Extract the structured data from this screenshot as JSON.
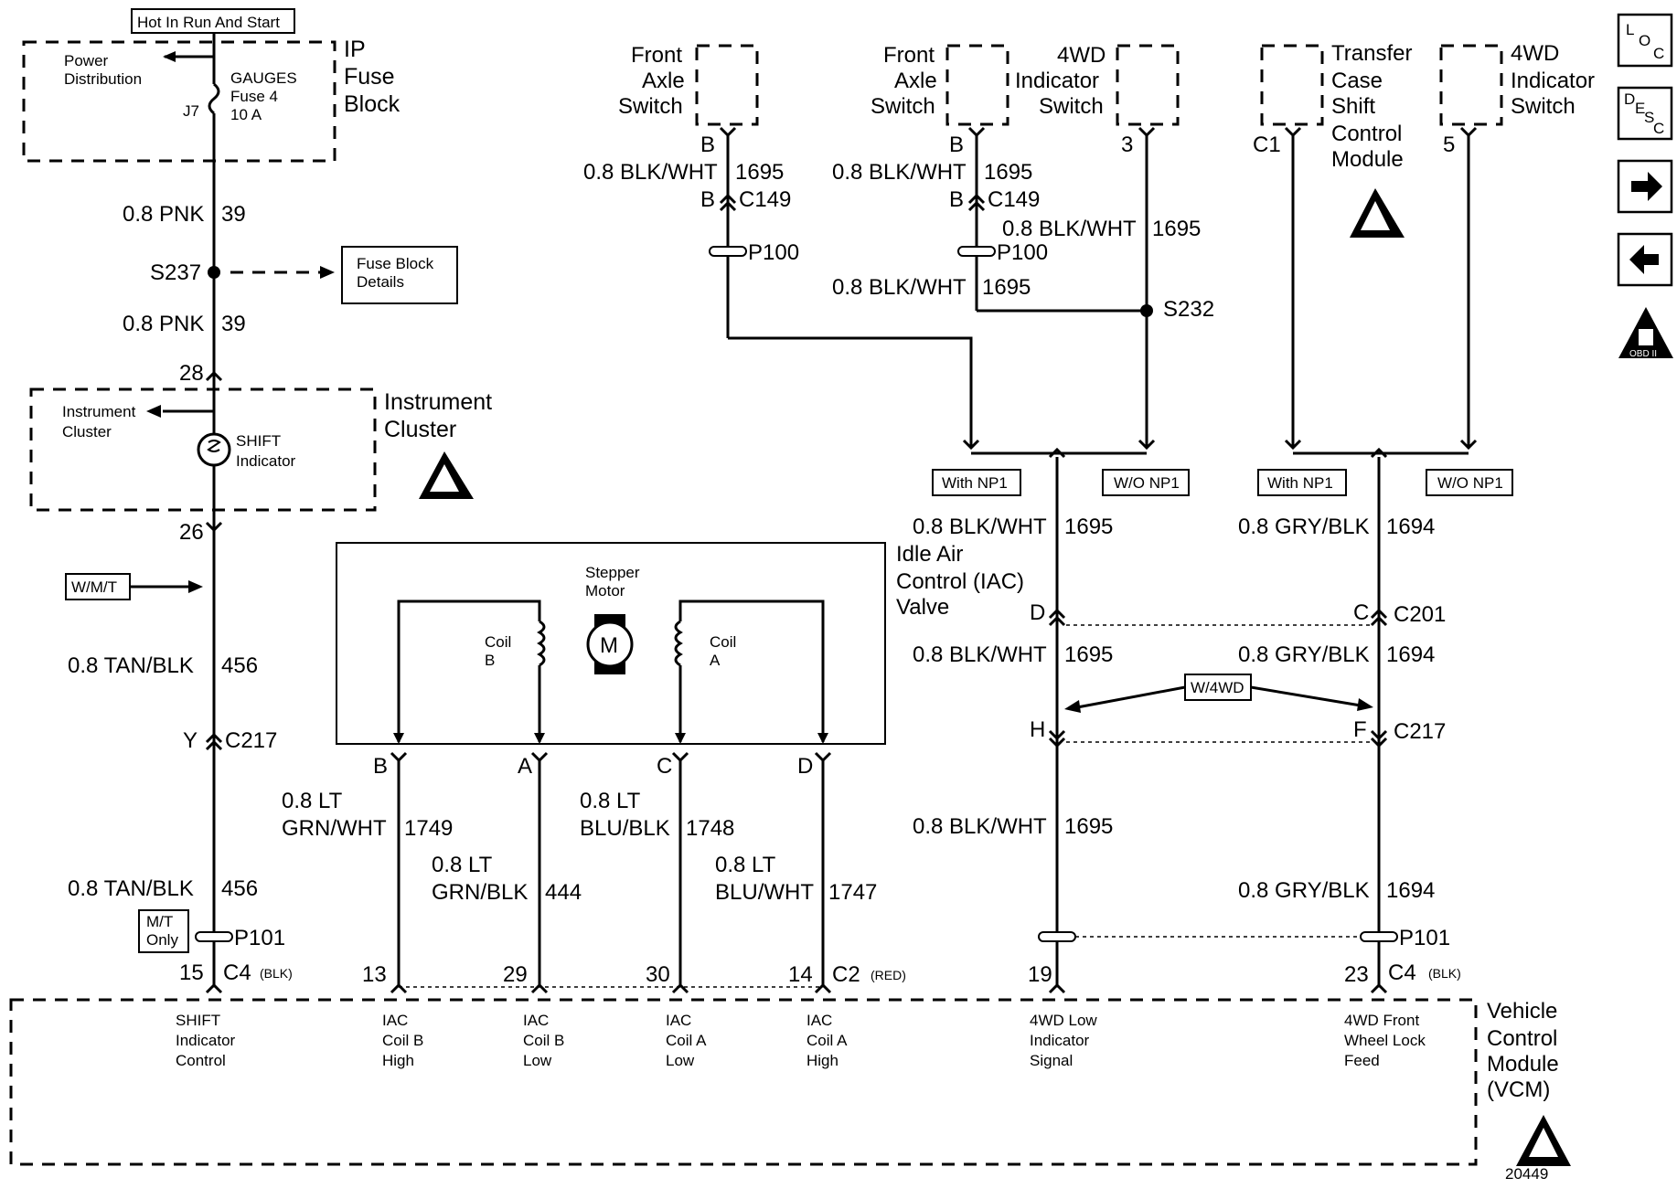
{
  "top_label": "Hot In Run And Start",
  "fuse_block": {
    "internal_label_1": "Power",
    "internal_label_2": "Distribution",
    "fuse_1": "GAUGES",
    "fuse_2": "Fuse 4",
    "fuse_3": "10 A",
    "terminal": "J7",
    "title_1": "IP",
    "title_2": "Fuse",
    "title_3": "Block"
  },
  "left": {
    "wire_pnk_1": "0.8 PNK",
    "circuit_39_a": "39",
    "splice": "S237",
    "wire_pnk_2": "0.8 PNK",
    "circuit_39_b": "39",
    "fuse_details_1": "Fuse Block",
    "fuse_details_2": "Details",
    "term_28": "28",
    "cluster_int_1": "Instrument",
    "cluster_int_2": "Cluster",
    "shift_1": "SHIFT",
    "shift_2": "Indicator",
    "cluster_title_1": "Instrument",
    "cluster_title_2": "Cluster",
    "term_26": "26",
    "wmt": "W/M/T",
    "wire_tan_1": "0.8 TAN/BLK",
    "circuit_456_a": "456",
    "conn_y": "Y",
    "c217": "C217",
    "wire_tan_2": "0.8 TAN/BLK",
    "circuit_456_b": "456",
    "mt_1": "M/T",
    "mt_2": "Only",
    "p101": "P101",
    "term_15": "15",
    "c4": "C4",
    "c4_color": "(BLK)"
  },
  "iac": {
    "title_1": "Idle Air",
    "title_2": "Control (IAC)",
    "title_3": "Valve",
    "stepper_1": "Stepper",
    "stepper_2": "Motor",
    "motor": "M",
    "coil_b_1": "Coil",
    "coil_b_2": "B",
    "coil_a_1": "Coil",
    "coil_a_2": "A",
    "pin_b": "B",
    "pin_a": "A",
    "pin_c": "C",
    "pin_d": "D",
    "w1_1": "0.8 LT",
    "w1_2": "GRN/WHT",
    "w1_c": "1749",
    "w2_1": "0.8 LT",
    "w2_2": "GRN/BLK",
    "w2_c": "444",
    "w3_1": "0.8 LT",
    "w3_2": "BLU/BLK",
    "w3_c": "1748",
    "w4_1": "0.8 LT",
    "w4_2": "BLU/WHT",
    "w4_c": "1747",
    "t13": "13",
    "t29": "29",
    "t30": "30",
    "t14": "14",
    "c2": "C2",
    "c2_color": "(RED)"
  },
  "switches": {
    "fas1_1": "Front",
    "fas1_2": "Axle",
    "fas1_3": "Switch",
    "fas1_pin": "B",
    "fas1_wire": "0.8 BLK/WHT",
    "fas1_circ": "1695",
    "fas1_c_pin": "B",
    "fas1_c149": "C149",
    "fas1_p100": "P100",
    "fas2_1": "Front",
    "fas2_2": "Axle",
    "fas2_3": "Switch",
    "fas2_pin": "B",
    "fas2_wire": "0.8 BLK/WHT",
    "fas2_circ": "1695",
    "fas2_c_pin": "B",
    "fas2_c149": "C149",
    "fas2_p100": "P100",
    "fas2_wire_b": "0.8 BLK/WHT",
    "fas2_circ_b": "1695",
    "ind1_1": "4WD",
    "ind1_2": "Indicator",
    "ind1_3": "Switch",
    "ind1_pin": "3",
    "ind1_wire": "0.8 BLK/WHT",
    "ind1_circ": "1695",
    "s232": "S232",
    "tc_1": "Transfer",
    "tc_2": "Case",
    "tc_3": "Shift",
    "tc_4": "Control",
    "tc_5": "Module",
    "tc_pin": "C1",
    "ind2_1": "4WD",
    "ind2_2": "Indicator",
    "ind2_3": "Switch",
    "ind2_pin": "5"
  },
  "right": {
    "with_np1_a": "With NP1",
    "wo_np1_a": "W/O NP1",
    "with_np1_b": "With NP1",
    "wo_np1_b": "W/O NP1",
    "l_wire_1": "0.8 BLK/WHT",
    "l_circ_1": "1695",
    "r_wire_1": "0.8 GRY/BLK",
    "r_circ_1": "1694",
    "pin_d": "D",
    "pin_c": "C",
    "c201": "C201",
    "l_wire_2": "0.8 BLK/WHT",
    "l_circ_2": "1695",
    "r_wire_2": "0.8 GRY/BLK",
    "r_circ_2": "1694",
    "w4wd": "W/4WD",
    "pin_h": "H",
    "pin_f": "F",
    "c217": "C217",
    "l_wire_3": "0.8 BLK/WHT",
    "l_circ_3": "1695",
    "r_wire_3": "0.8 GRY/BLK",
    "r_circ_3": "1694",
    "p101": "P101",
    "t19": "19",
    "t23": "23",
    "c4": "C4",
    "c4_color": "(BLK)"
  },
  "vcm": {
    "title_1": "Vehicle",
    "title_2": "Control",
    "title_3": "Module",
    "title_4": "(VCM)",
    "p1_1": "SHIFT",
    "p1_2": "Indicator",
    "p1_3": "Control",
    "p2_1": "IAC",
    "p2_2": "Coil B",
    "p2_3": "High",
    "p3_1": "IAC",
    "p3_2": "Coil B",
    "p3_3": "Low",
    "p4_1": "IAC",
    "p4_2": "Coil A",
    "p4_3": "Low",
    "p5_1": "IAC",
    "p5_2": "Coil A",
    "p5_3": "High",
    "p6_1": "4WD Low",
    "p6_2": "Indicator",
    "p6_3": "Signal",
    "p7_1": "4WD Front",
    "p7_2": "Wheel Lock",
    "p7_3": "Feed"
  },
  "nav": {
    "loc": "LOC",
    "loc_l": "L",
    "loc_o": "O",
    "loc_c": "C",
    "desc_d": "D",
    "desc_e": "E",
    "desc_s": "S",
    "desc_c": "C",
    "obd": "OBD II",
    "figure_number": "20449"
  }
}
